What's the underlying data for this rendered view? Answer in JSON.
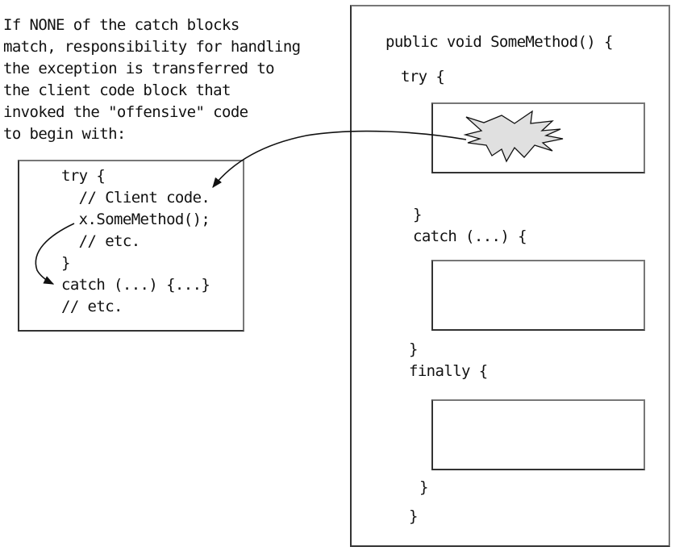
{
  "caption": {
    "lines": [
      "If NONE of the catch blocks",
      "match, responsibility for handling",
      "the exception is transferred to",
      "the client code block that",
      "invoked the \"offensive\" code",
      "to begin with:"
    ]
  },
  "client_code": {
    "lines": [
      "try {",
      "  // Client code.",
      "  x.SomeMethod();",
      "  // etc.",
      "}",
      "catch (...) {...}",
      "// etc."
    ]
  },
  "method": {
    "signature": "public void SomeMethod() {",
    "try_open": "try {",
    "try_close": "}",
    "catch_open": "catch (...) {",
    "catch_close": "}",
    "finally_open": "finally {",
    "finally_close": "}",
    "method_close": "}"
  },
  "colors": {
    "burst_fill": "#e0e0e0",
    "stroke": "#111111"
  },
  "icons": {
    "exception": "starburst-icon"
  }
}
